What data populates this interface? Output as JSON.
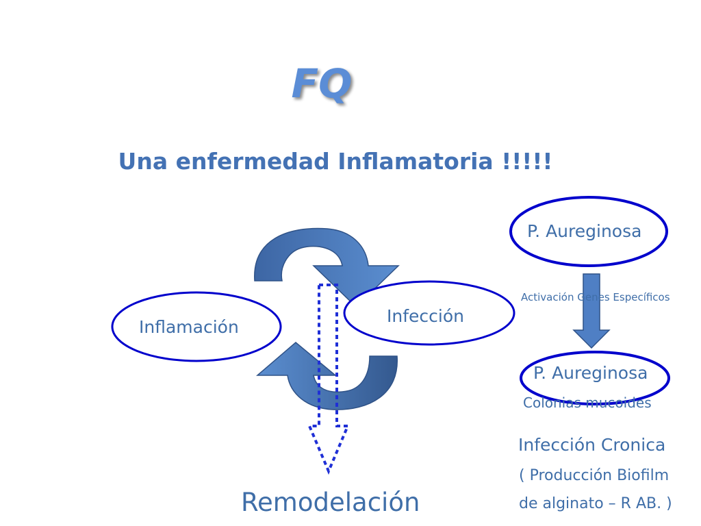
{
  "slide": {
    "title": "FQ",
    "subtitle": "Una enfermedad Inflamatoria !!!!!",
    "cycle": {
      "left_node": "Inflamación",
      "right_node": "Infección",
      "outcome": "Remodelación"
    },
    "side": {
      "top_node": "P. Aureginosa",
      "activation_label": "Activación  Genes Específicos",
      "bottom_node": "P. Aureginosa",
      "bottom_node_sub": "Colonias mucoides",
      "chronic_title": "Infección Cronica",
      "chronic_line1": "( Producción Biofilm",
      "chronic_line2": "de  alginato – R  AB. )"
    },
    "colors": {
      "accent": "#4472b4",
      "ellipse_stroke": "#0000cc",
      "dotted_arrow": "#1f2fd6",
      "shadow": "#8a8a8a"
    }
  }
}
